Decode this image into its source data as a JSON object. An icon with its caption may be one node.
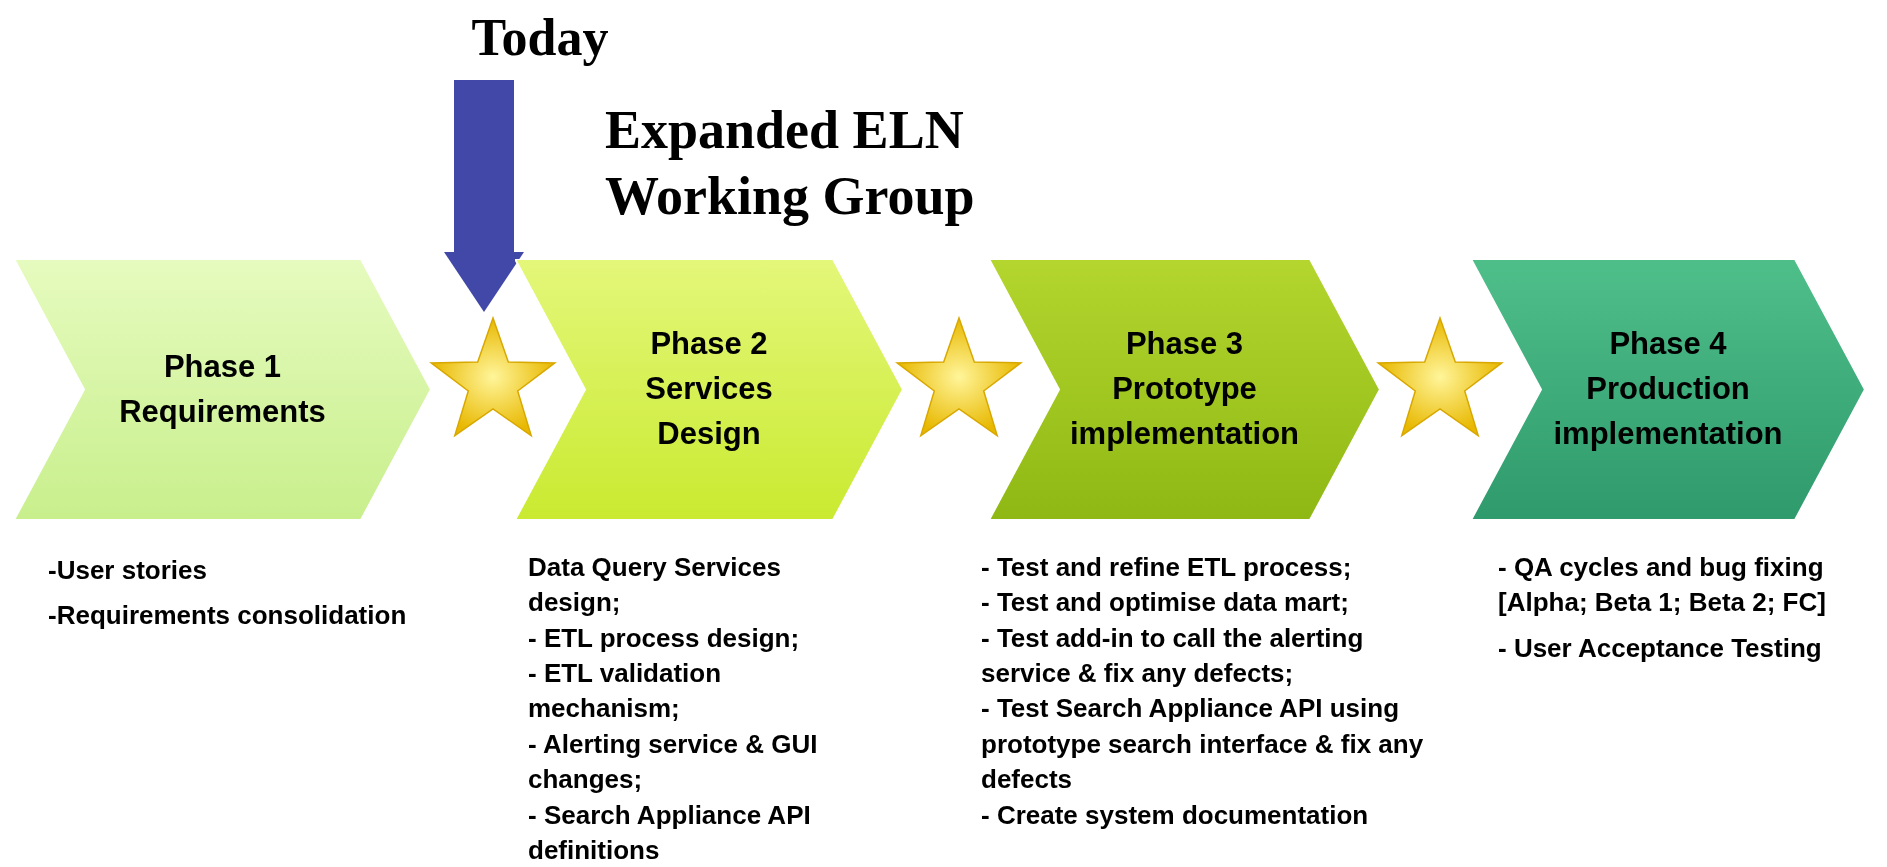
{
  "diagram": {
    "nodes": [
      {
        "text": [
          "Today"
        ]
      },
      {
        "text": [
          "Phase 1 Requirements"
        ],
        "beside": [
          "-User stories",
          "-Requirements consolidation"
        ]
      },
      {
        "text": [],
        "shape": "star"
      },
      {
        "text": [
          "Phase 2 Services Design"
        ],
        "beside": [
          "Data Query Services design;",
          "- ETL process design;",
          "- ETL validation mechanism;",
          "- Alerting service & GUI changes;",
          "- Search Appliance API definitions"
        ]
      },
      {
        "text": [],
        "shape": "star"
      },
      {
        "text": [
          "Phase 3 Prototype implementation"
        ],
        "beside": [
          "- Test and refine ETL process;",
          "- Test and optimise data mart;",
          "- Test add-in to call the alerting service & fix any defects;",
          "- Test Search Appliance API using prototype search interface & fix any defects",
          "- Create system documentation"
        ]
      },
      {
        "text": [],
        "shape": "star"
      },
      {
        "text": [
          "Phase 4 Production implementation"
        ],
        "beside": [
          "- QA cycles and bug fixing [Alpha; Beta 1; Beta 2; FC]",
          "- User Acceptance Testing"
        ]
      }
    ],
    "edges": [
      {
        "from": 0,
        "to": 2,
        "arrow": "to"
      }
    ],
    "labels": [
      "Expanded ELN Working Group"
    ]
  }
}
